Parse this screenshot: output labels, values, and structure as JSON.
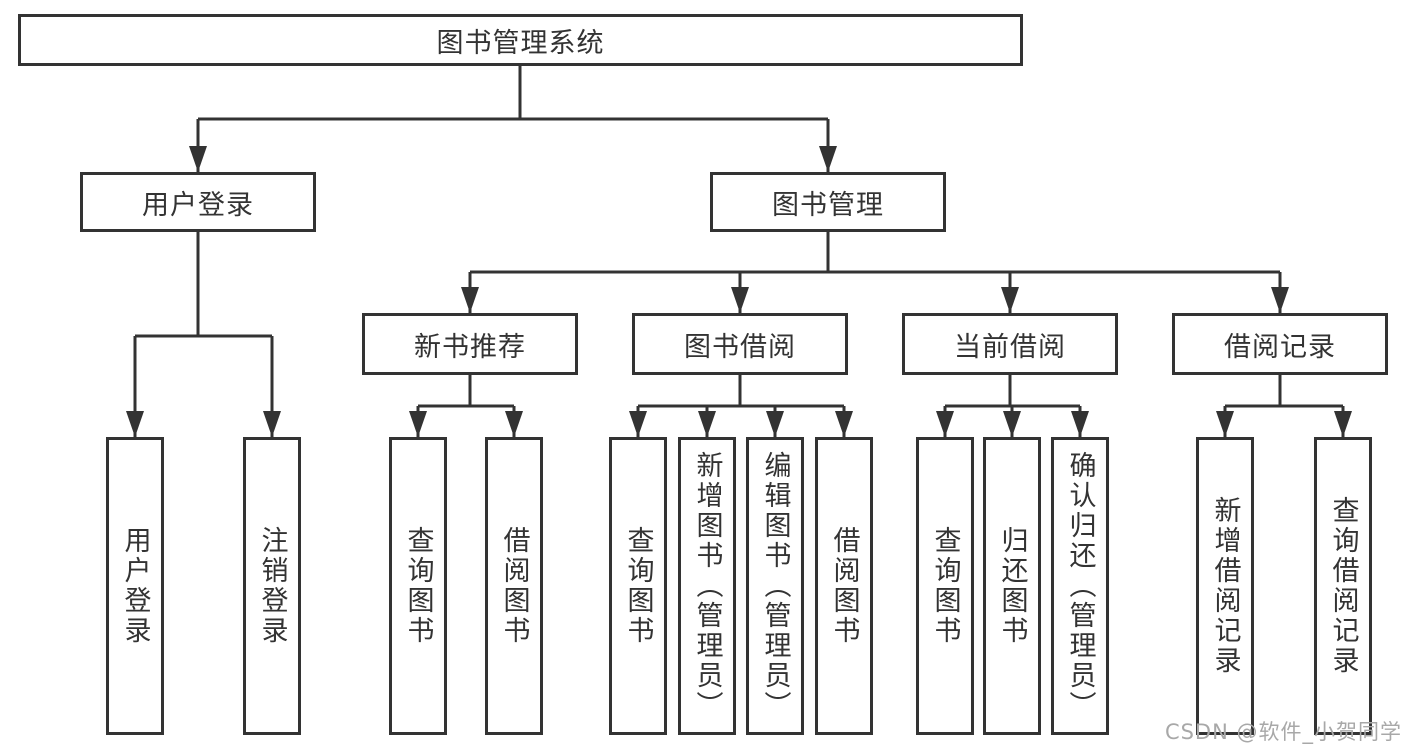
{
  "colors": {
    "line": "#333333",
    "box_border": "#333333",
    "text": "#333333",
    "background": "#ffffff",
    "watermark": "#a8a8a8"
  },
  "watermark": {
    "text": "CSDN @软件_小贺同学"
  },
  "tree": {
    "root": {
      "label": "图书管理系统",
      "children": [
        {
          "label": "用户登录",
          "children": [
            {
              "label": "用户登录"
            },
            {
              "label": "注销登录"
            }
          ]
        },
        {
          "label": "图书管理",
          "children": [
            {
              "label": "新书推荐",
              "children": [
                {
                  "label": "查询图书"
                },
                {
                  "label": "借阅图书"
                }
              ]
            },
            {
              "label": "图书借阅",
              "children": [
                {
                  "label": "查询图书"
                },
                {
                  "label": "新增图书（管理员）"
                },
                {
                  "label": "编辑图书（管理员）"
                },
                {
                  "label": "借阅图书"
                }
              ]
            },
            {
              "label": "当前借阅",
              "children": [
                {
                  "label": "查询图书"
                },
                {
                  "label": "归还图书"
                },
                {
                  "label": "确认归还（管理员）"
                }
              ]
            },
            {
              "label": "借阅记录",
              "children": [
                {
                  "label": "新增借阅记录"
                },
                {
                  "label": "查询借阅记录"
                }
              ]
            }
          ]
        }
      ]
    }
  }
}
